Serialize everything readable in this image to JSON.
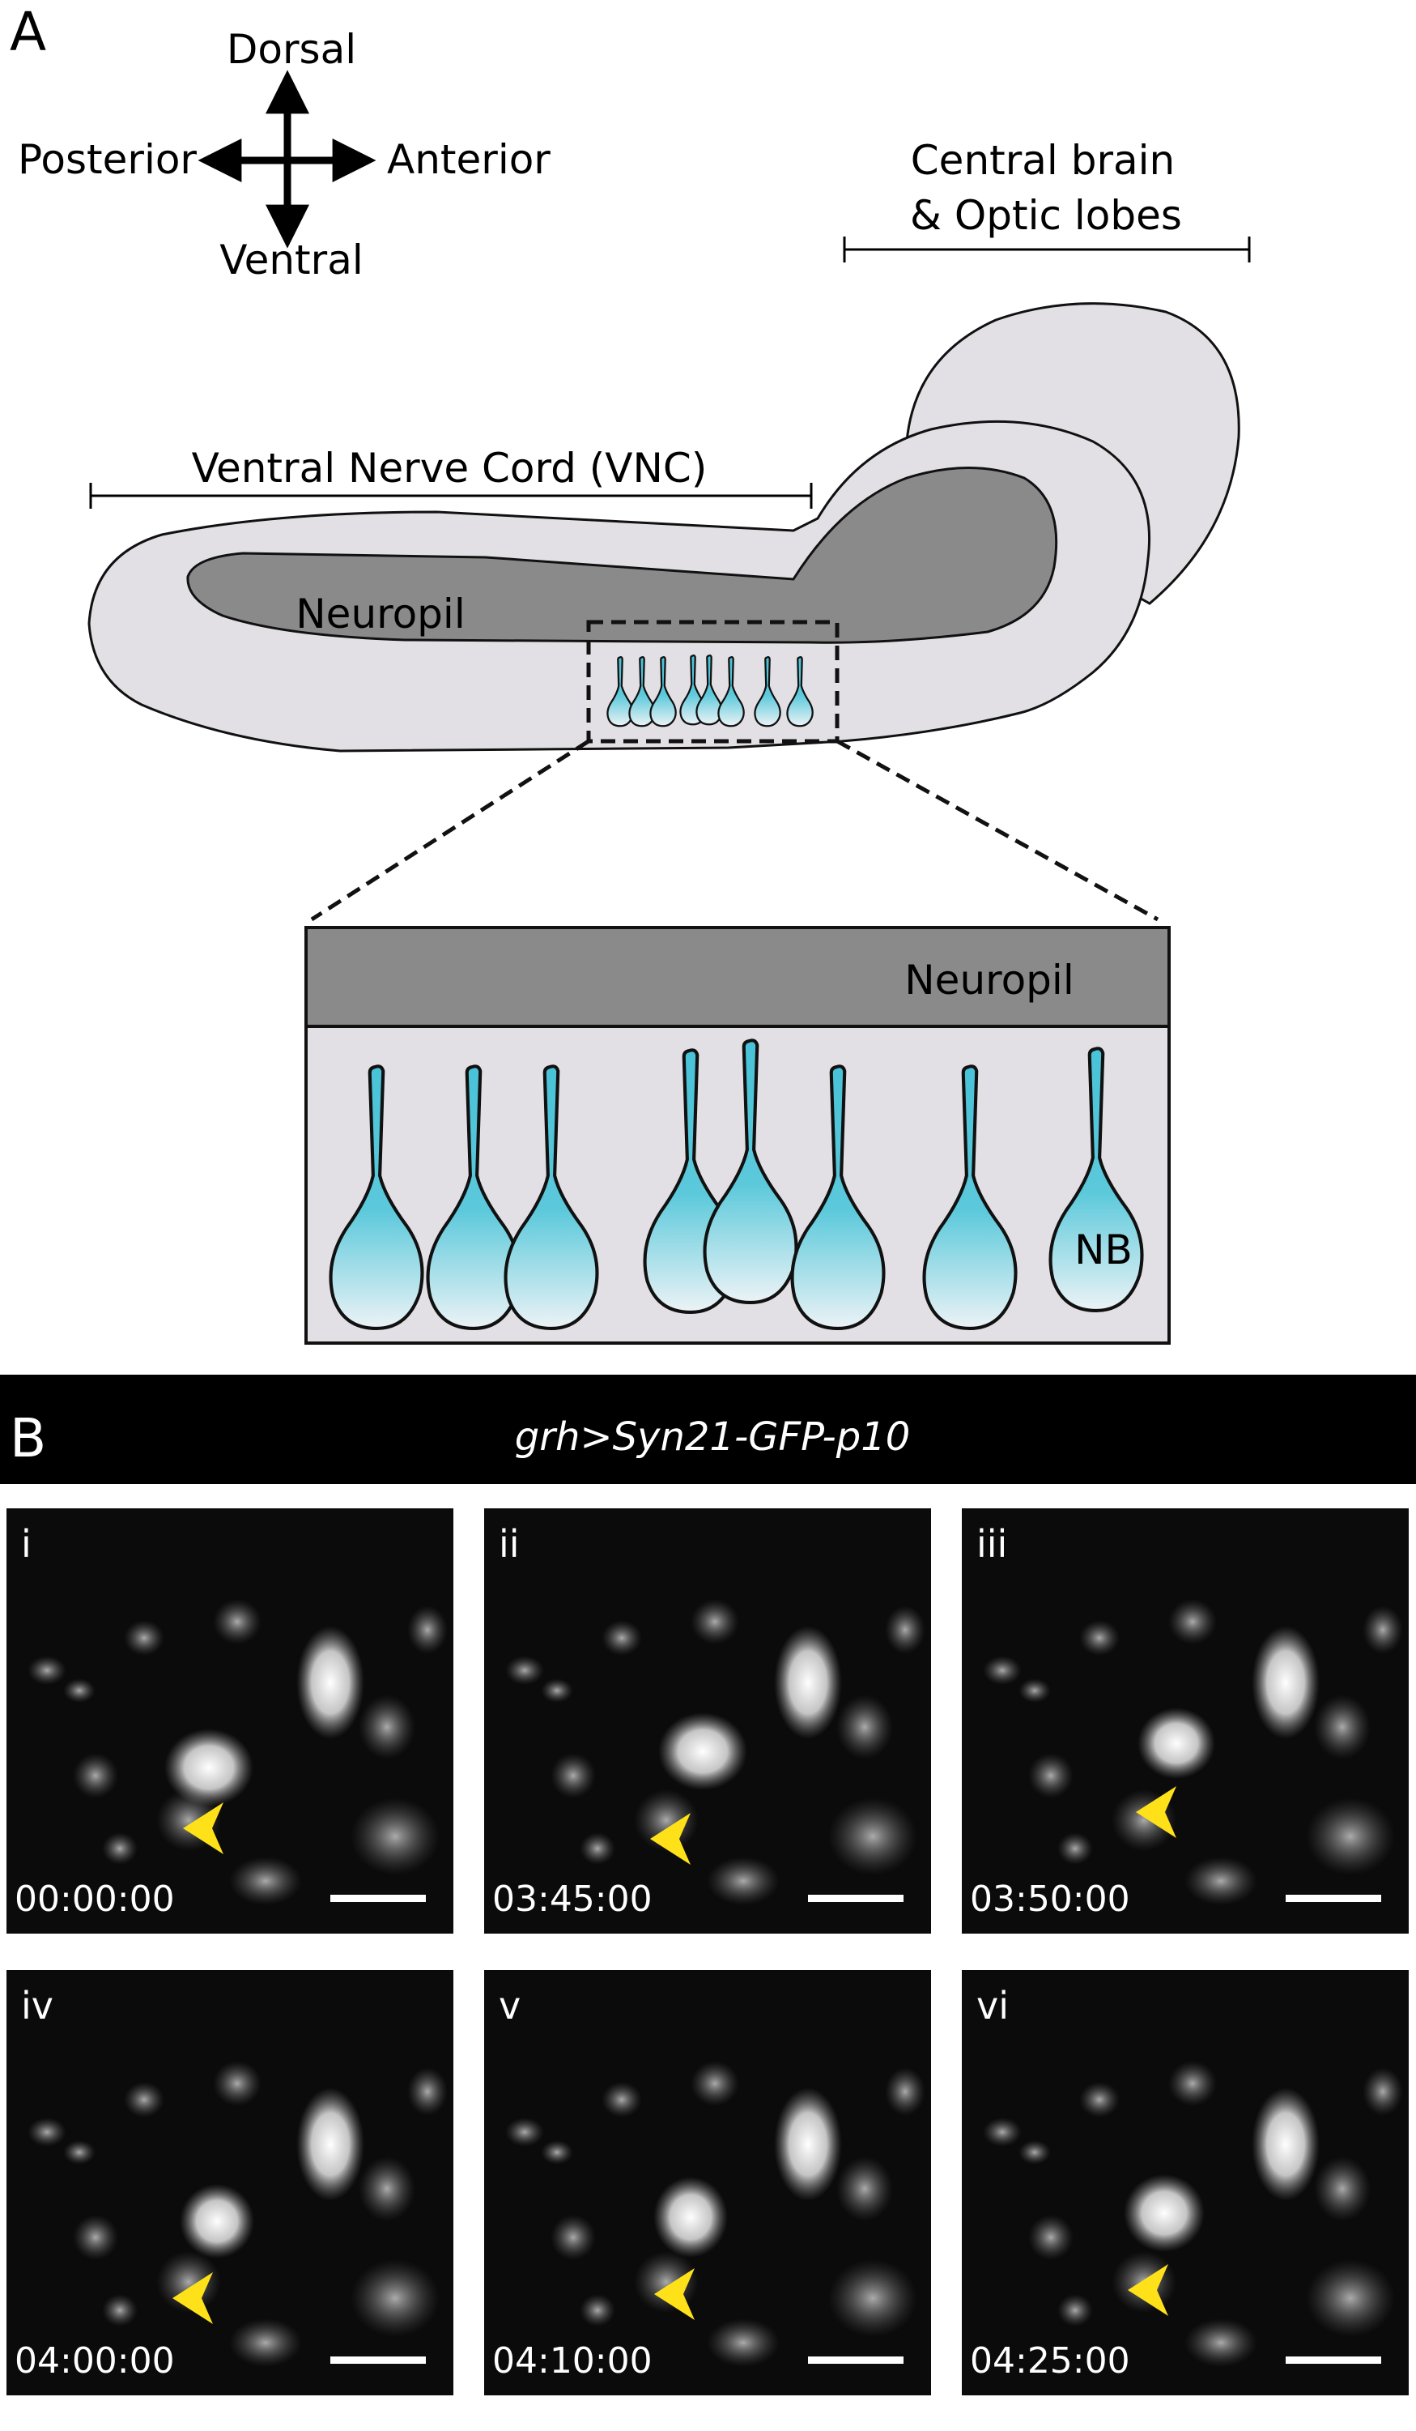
{
  "panel_a": {
    "letter": "A",
    "axes": {
      "dorsal": "Dorsal",
      "ventral": "Ventral",
      "posterior": "Posterior",
      "anterior": "Anterior"
    },
    "central_brain_line1": "Central brain",
    "central_brain_line2": "& Optic lobes",
    "vnc_label": "Ventral Nerve Cord (VNC)",
    "neuropil_label": "Neuropil",
    "inset_neuropil_label": "Neuropil",
    "nb_label": "NB"
  },
  "panel_b": {
    "letter": "B",
    "title": "grh>Syn21-GFP-p10",
    "frames": [
      {
        "roman": "i",
        "time": "00:00:00"
      },
      {
        "roman": "ii",
        "time": "03:45:00"
      },
      {
        "roman": "iii",
        "time": "03:50:00"
      },
      {
        "roman": "iv",
        "time": "04:00:00"
      },
      {
        "roman": "v",
        "time": "04:10:00"
      },
      {
        "roman": "vi",
        "time": "04:25:00"
      }
    ]
  },
  "colors": {
    "cell_cyan": "#4fc3d6",
    "arrowhead_yellow": "#ffe11a",
    "tissue_light": "#e2e0e4",
    "neuropil_dark": "#8a8a8a"
  }
}
